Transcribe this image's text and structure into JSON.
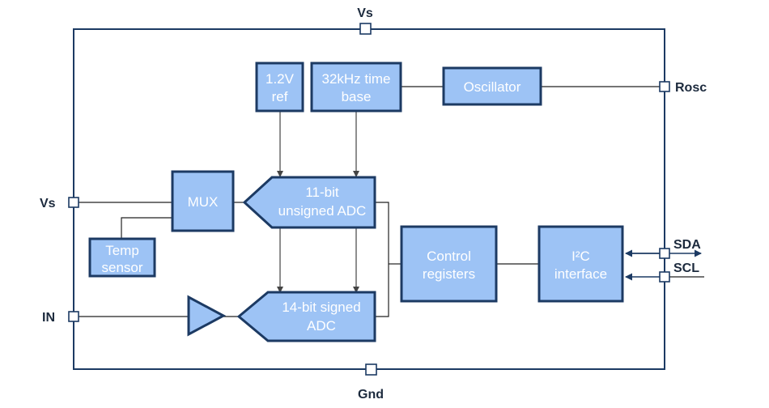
{
  "pins": {
    "vs_top": "Vs",
    "rosc": "Rosc",
    "vs_left": "Vs",
    "in": "IN",
    "gnd": "Gnd",
    "sda": "SDA",
    "scl": "SCL"
  },
  "blocks": {
    "ref_12v": [
      "1.2V",
      "ref"
    ],
    "timebase": [
      "32kHz time",
      "base"
    ],
    "oscillator": "Oscillator",
    "mux": "MUX",
    "adc11": [
      "11-bit",
      "unsigned ADC"
    ],
    "temp_sensor": [
      "Temp",
      "sensor"
    ],
    "adc14": [
      "14-bit signed",
      "ADC"
    ],
    "control_registers": [
      "Control",
      "registers"
    ],
    "i2c_interface": [
      "I²C",
      "interface"
    ]
  }
}
